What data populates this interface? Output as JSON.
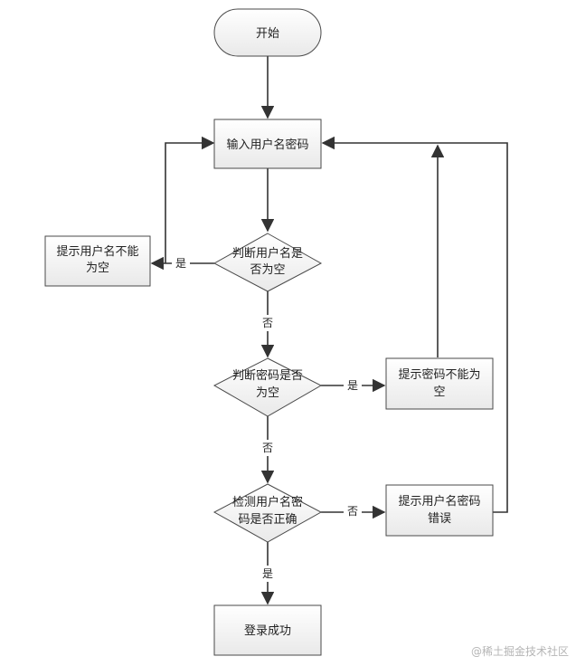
{
  "colors": {
    "box_fill_top": "#ffffff",
    "box_fill_bottom": "#e9e9e9",
    "stroke": "#4a4a4a",
    "line": "#333333",
    "watermark": "#b5b5b5"
  },
  "nodes": {
    "start": "开始",
    "input": "输入用户名密码",
    "check_user_empty_line1": "判断用户名是",
    "check_user_empty_line2": "否为空",
    "msg_user_empty_line1": "提示用户名不能",
    "msg_user_empty_line2": "为空",
    "check_pwd_empty_line1": "判断密码是否",
    "check_pwd_empty_line2": "为空",
    "msg_pwd_empty_line1": "提示密码不能为",
    "msg_pwd_empty_line2": "空",
    "check_cred_line1": "检测用户名密",
    "check_cred_line2": "码是否正确",
    "msg_cred_error_line1": "提示用户名密码",
    "msg_cred_error_line2": "错误",
    "success": "登录成功"
  },
  "edges": {
    "user_empty_yes": "是",
    "user_empty_no": "否",
    "pwd_empty_yes": "是",
    "pwd_empty_no": "否",
    "cred_no": "否",
    "cred_yes": "是"
  },
  "watermark": "@稀土掘金技术社区"
}
